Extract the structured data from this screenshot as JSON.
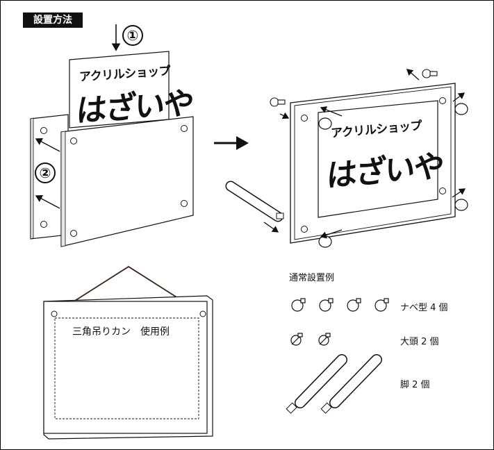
{
  "title": "設置方法",
  "steps": {
    "one": "①",
    "two": "②"
  },
  "sign": {
    "line1": "アクリルショップ",
    "line2": "はざいや"
  },
  "hanger_example": "三角吊りカン　使用例",
  "legend": {
    "heading": "通常設置例",
    "items": [
      {
        "icon": "round-cap-screw-icon",
        "label": "ナベ型 4 個"
      },
      {
        "icon": "large-head-screw-icon",
        "label": "大頭 2 個"
      },
      {
        "icon": "leg-post-icon",
        "label": "脚 2 個"
      }
    ]
  }
}
